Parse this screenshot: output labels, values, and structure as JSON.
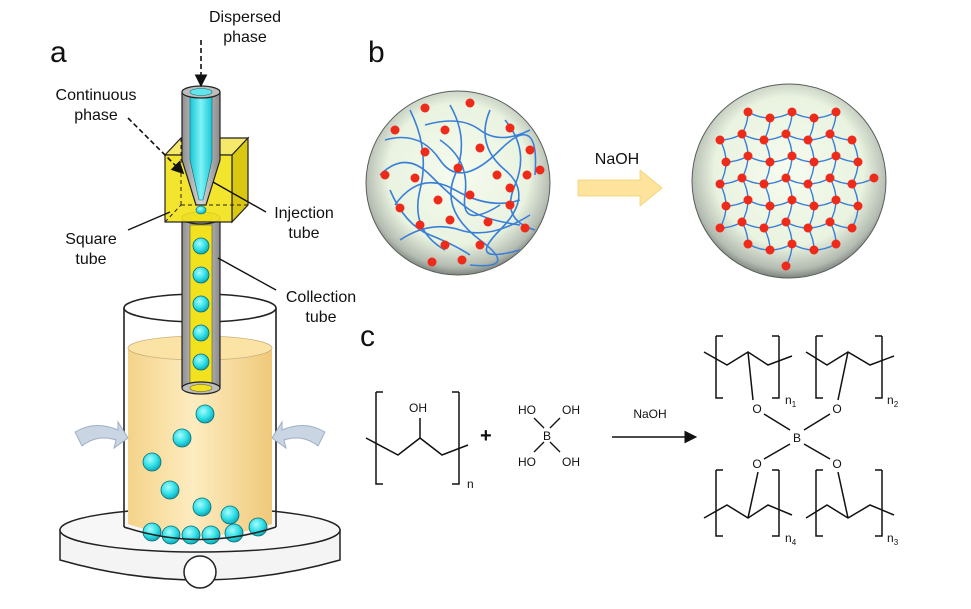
{
  "panels": {
    "a": "a",
    "b": "b",
    "c": "c"
  },
  "panel_a": {
    "dispersed_line1": "Dispersed",
    "dispersed_line2": "phase",
    "continuous_line1": "Continuous",
    "continuous_line2": "phase",
    "injection_line1": "Injection",
    "injection_line2": "tube",
    "square_line1": "Square",
    "square_line2": "tube",
    "collection_line1": "Collection",
    "collection_line2": "tube"
  },
  "panel_b": {
    "arrow_label": "NaOH"
  },
  "panel_c": {
    "oh": "OH",
    "n": "n",
    "plus": "+",
    "ho": "HO",
    "b": "B",
    "naoh": "NaOH",
    "o": "O",
    "n1": "n",
    "n1_sub": "1",
    "n2": "n",
    "n2_sub": "2",
    "n3": "n",
    "n3_sub": "3",
    "n4": "n",
    "n4_sub": "4"
  },
  "colors": {
    "cyan_droplet": "#2ee0e6",
    "yellow_square_tube": "#f2e21c",
    "beaker_liquid": "#fbe3a6",
    "polymer_blue": "#3a7fd6",
    "crosslink_red": "#ee2a1a",
    "naoh_arrow": "#fde39b"
  }
}
